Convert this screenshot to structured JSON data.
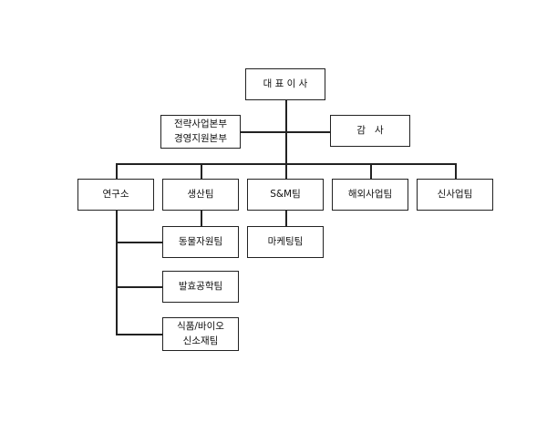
{
  "org_chart": {
    "ceo": "대 표 이 사",
    "strategy_hq": [
      "전략사업본부",
      "경영지원본부"
    ],
    "audit": "감   사",
    "teams": {
      "research": "연구소",
      "production": "생산팀",
      "sm": "S&M팀",
      "overseas": "해외사업팀",
      "new_business": "신사업팀"
    },
    "research_subteams": {
      "animal_resources": "동물자원팀",
      "fermentation": "발효공학팀",
      "food_bio": [
        "식품/바이오",
        "신소재팀"
      ]
    },
    "marketing": "마케팅팀"
  }
}
